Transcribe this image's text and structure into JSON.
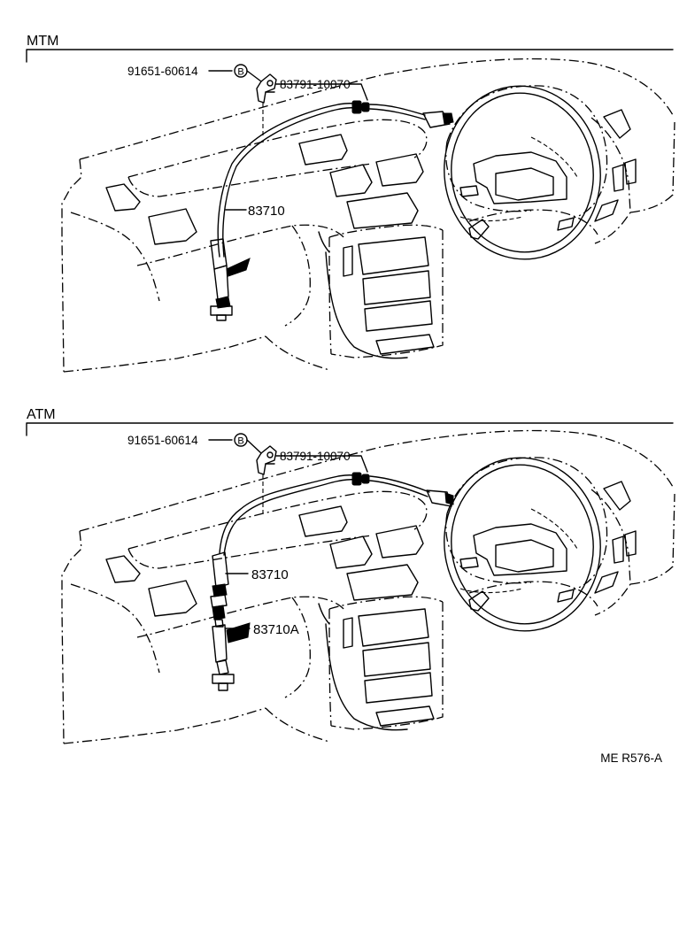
{
  "sections": [
    {
      "id": "mtm",
      "title": "MTM",
      "parts": {
        "bolt": "91651-60614",
        "bolt_marker": "B",
        "clamp": "83791-10070",
        "cable": "83710"
      }
    },
    {
      "id": "atm",
      "title": "ATM",
      "parts": {
        "bolt": "91651-60614",
        "bolt_marker": "B",
        "clamp": "83791-10070",
        "cable": "83710",
        "cable_sub": "83710A"
      }
    }
  ],
  "reference_code": "ME R576-A"
}
